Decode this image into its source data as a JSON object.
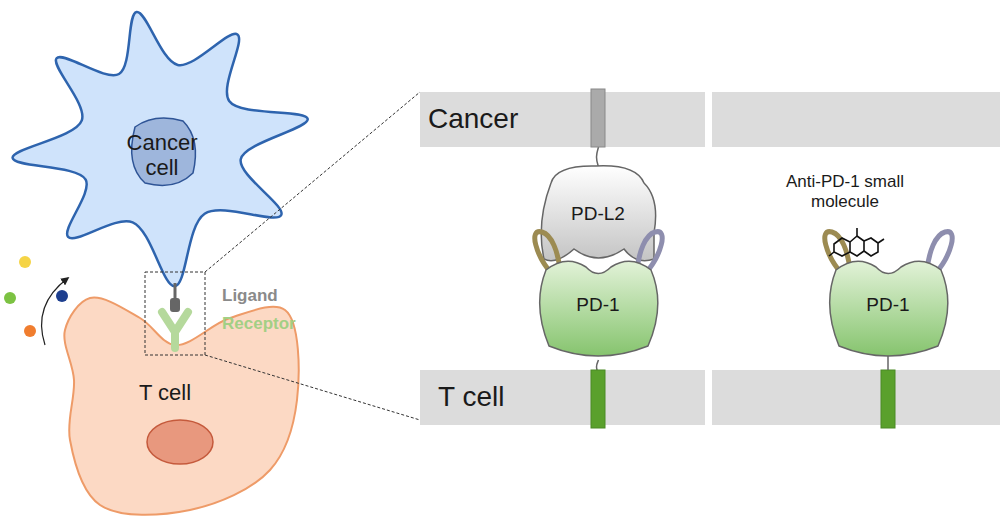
{
  "diagram": {
    "nodes": [
      {
        "text": [
          "Cancer cell"
        ]
      },
      {
        "text": [
          "T cell"
        ]
      },
      {
        "text": [
          "Cancer"
        ]
      },
      {
        "text": [
          "PD-L2"
        ]
      },
      {
        "text": [
          "PD-1"
        ]
      },
      {
        "text": [
          "PD-1"
        ]
      },
      {
        "text": [
          "T cell"
        ]
      }
    ],
    "edges": [
      {
        "from": 2,
        "to": 3,
        "arrow": "none"
      },
      {
        "from": 4,
        "to": 6,
        "arrow": "none"
      }
    ],
    "labels": [
      "Ligand",
      "Receptor",
      "Anti-PD-1 small molecule"
    ]
  }
}
